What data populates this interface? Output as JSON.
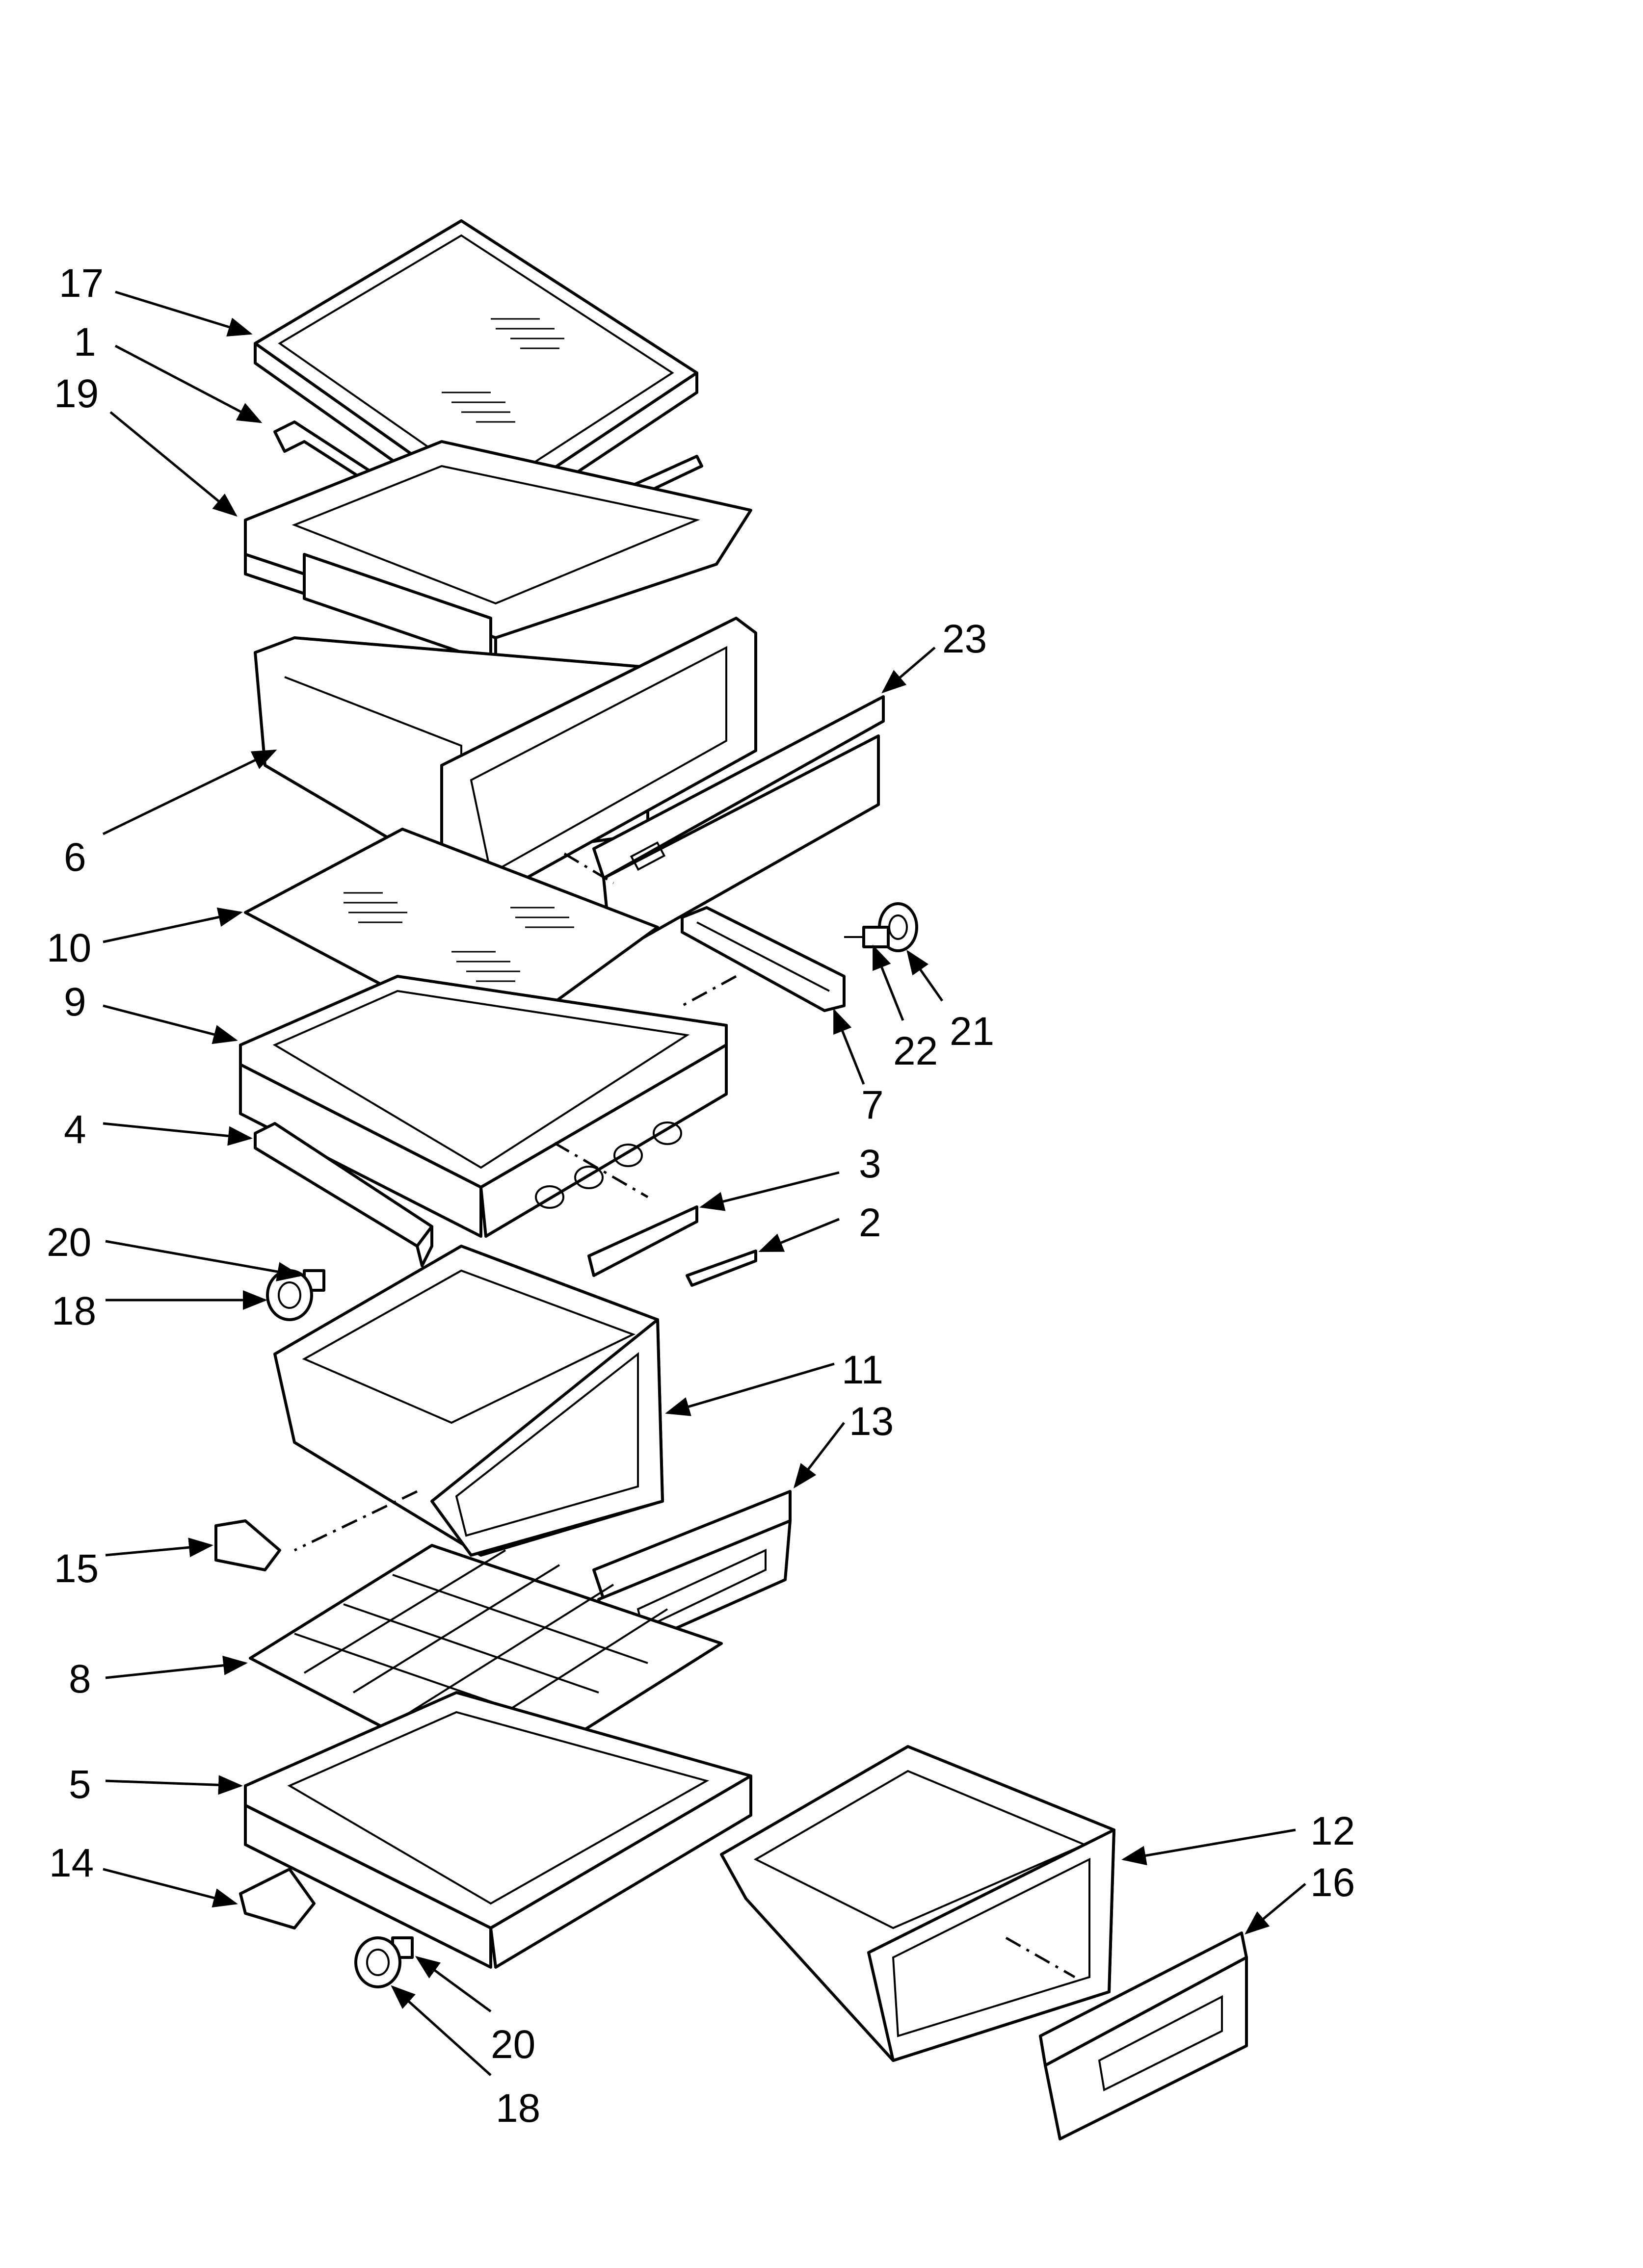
{
  "diagram": {
    "callouts": [
      "17",
      "1",
      "19",
      "23",
      "6",
      "10",
      "21",
      "22",
      "9",
      "7",
      "4",
      "3",
      "2",
      "20",
      "18",
      "11",
      "13",
      "15",
      "8",
      "5",
      "12",
      "16",
      "14",
      "20",
      "18"
    ]
  }
}
